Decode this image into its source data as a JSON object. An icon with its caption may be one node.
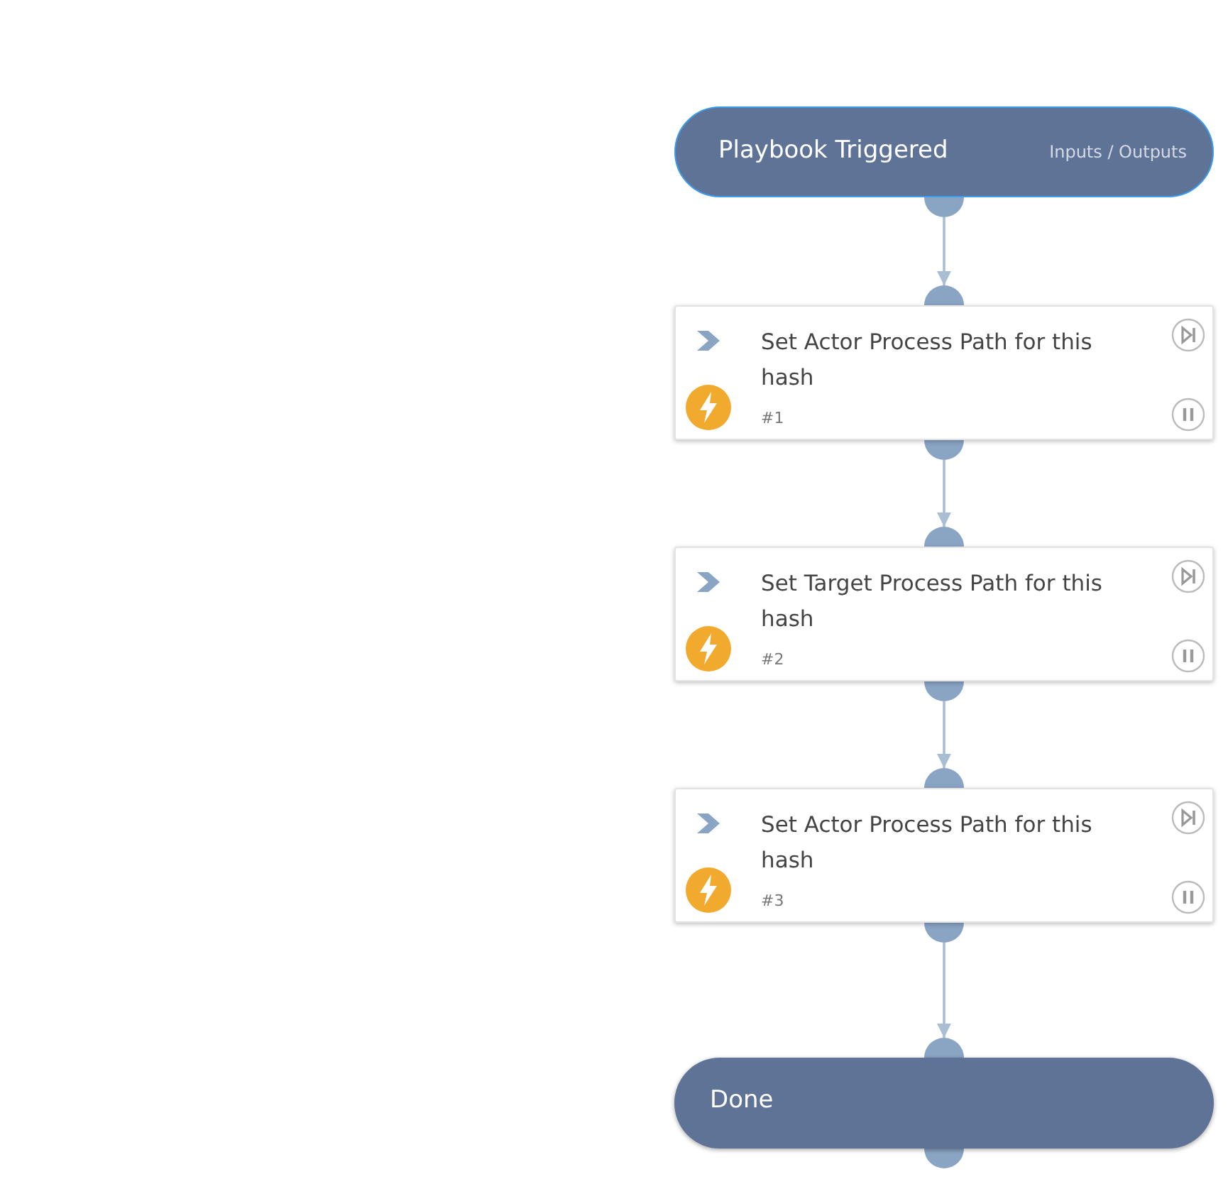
{
  "diagram": {
    "nodes": [
      {
        "text": [
          "Playbook Triggered",
          "Inputs / Outputs"
        ]
      },
      {
        "text": [
          "Set Actor Process Path for this hash",
          "#1"
        ]
      },
      {
        "text": [
          "Set Target Process Path for this hash",
          "#2"
        ]
      },
      {
        "text": [
          "Set Actor Process Path for this hash",
          "#3"
        ]
      },
      {
        "text": [
          "Done"
        ]
      }
    ],
    "edges": [
      {
        "from": 0,
        "to": 1,
        "arrow": "to"
      },
      {
        "from": 1,
        "to": 2,
        "arrow": "to"
      },
      {
        "from": 2,
        "to": 3,
        "arrow": "to"
      },
      {
        "from": 3,
        "to": 4,
        "arrow": "to"
      }
    ]
  }
}
